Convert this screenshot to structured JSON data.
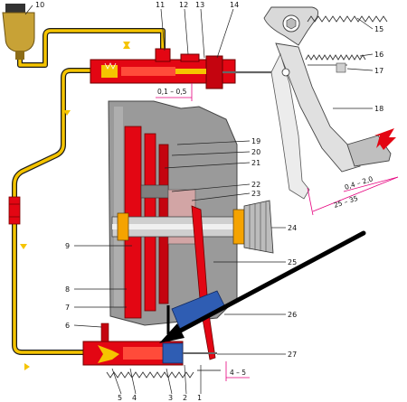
{
  "callouts": [
    {
      "id": "1",
      "text": "1"
    },
    {
      "id": "2",
      "text": "2"
    },
    {
      "id": "3",
      "text": "3"
    },
    {
      "id": "4",
      "text": "4"
    },
    {
      "id": "5",
      "text": "5"
    },
    {
      "id": "6",
      "text": "6"
    },
    {
      "id": "7",
      "text": "7"
    },
    {
      "id": "8",
      "text": "8"
    },
    {
      "id": "9",
      "text": "9"
    },
    {
      "id": "10",
      "text": "10"
    },
    {
      "id": "11",
      "text": "11"
    },
    {
      "id": "12",
      "text": "12"
    },
    {
      "id": "13",
      "text": "13"
    },
    {
      "id": "14",
      "text": "14"
    },
    {
      "id": "15",
      "text": "15"
    },
    {
      "id": "16",
      "text": "16"
    },
    {
      "id": "17",
      "text": "17"
    },
    {
      "id": "18",
      "text": "18"
    },
    {
      "id": "19",
      "text": "19"
    },
    {
      "id": "20",
      "text": "20"
    },
    {
      "id": "21",
      "text": "21"
    },
    {
      "id": "22",
      "text": "22"
    },
    {
      "id": "23",
      "text": "23"
    },
    {
      "id": "24",
      "text": "24"
    },
    {
      "id": "25",
      "text": "25"
    },
    {
      "id": "26",
      "text": "26"
    },
    {
      "id": "27",
      "text": "27"
    }
  ],
  "dimensions": {
    "master_gap": "0,1 – 0,5",
    "pedal_free_play": "0,4 – 2,0",
    "pedal_travel": "25 – 35",
    "fork_gap": "4 – 5"
  },
  "colors": {
    "hydraulic_line": "#f5c400",
    "cylinder": "#e30613",
    "housing": "#9a9a9a",
    "pedal": "#d9d9d9",
    "arrow": "#e30613",
    "pointer": "#000000",
    "dimension": "#e6007e"
  }
}
